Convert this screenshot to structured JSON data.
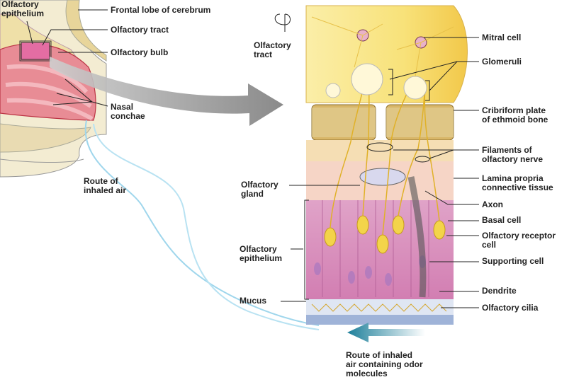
{
  "labels": {
    "olfactory_epithelium_small": "Olfactory\nepithelium",
    "frontal_lobe": "Frontal lobe of cerebrum",
    "olfactory_tract_left": "Olfactory tract",
    "olfactory_bulb": "Olfactory bulb",
    "nasal_conchae": "Nasal\nconchae",
    "route_inhaled_air": "Route of\ninhaled air",
    "olfactory_tract_right": "Olfactory\ntract",
    "mitral_cell": "Mitral cell",
    "glomeruli": "Glomeruli",
    "cribriform_plate": "Cribriform plate\nof ethmoid bone",
    "filaments": "Filaments of\nolfactory nerve",
    "lamina_propria": "Lamina propria\nconnective tissue",
    "olfactory_gland": "Olfactory\ngland",
    "axon": "Axon",
    "basal_cell": "Basal cell",
    "olfactory_receptor_cell": "Olfactory receptor\ncell",
    "olfactory_epithelium_large": "Olfactory\nepithelium",
    "supporting_cell": "Supporting cell",
    "dendrite": "Dendrite",
    "mucus": "Mucus",
    "olfactory_cilia": "Olfactory cilia",
    "route_odor": "Route of inhaled\nair containing odor\nmolecules"
  },
  "colors": {
    "bulb_yellow": "#f8e27a",
    "bone_tan": "#c9a95a",
    "epithelium_pink": "#e6a0c6",
    "lamina_peach": "#f6d5c6",
    "mucus_blue": "#9fb3d8",
    "air_arrow": "#1d7f9a",
    "zoom_arrow": "#8d8d8d"
  }
}
